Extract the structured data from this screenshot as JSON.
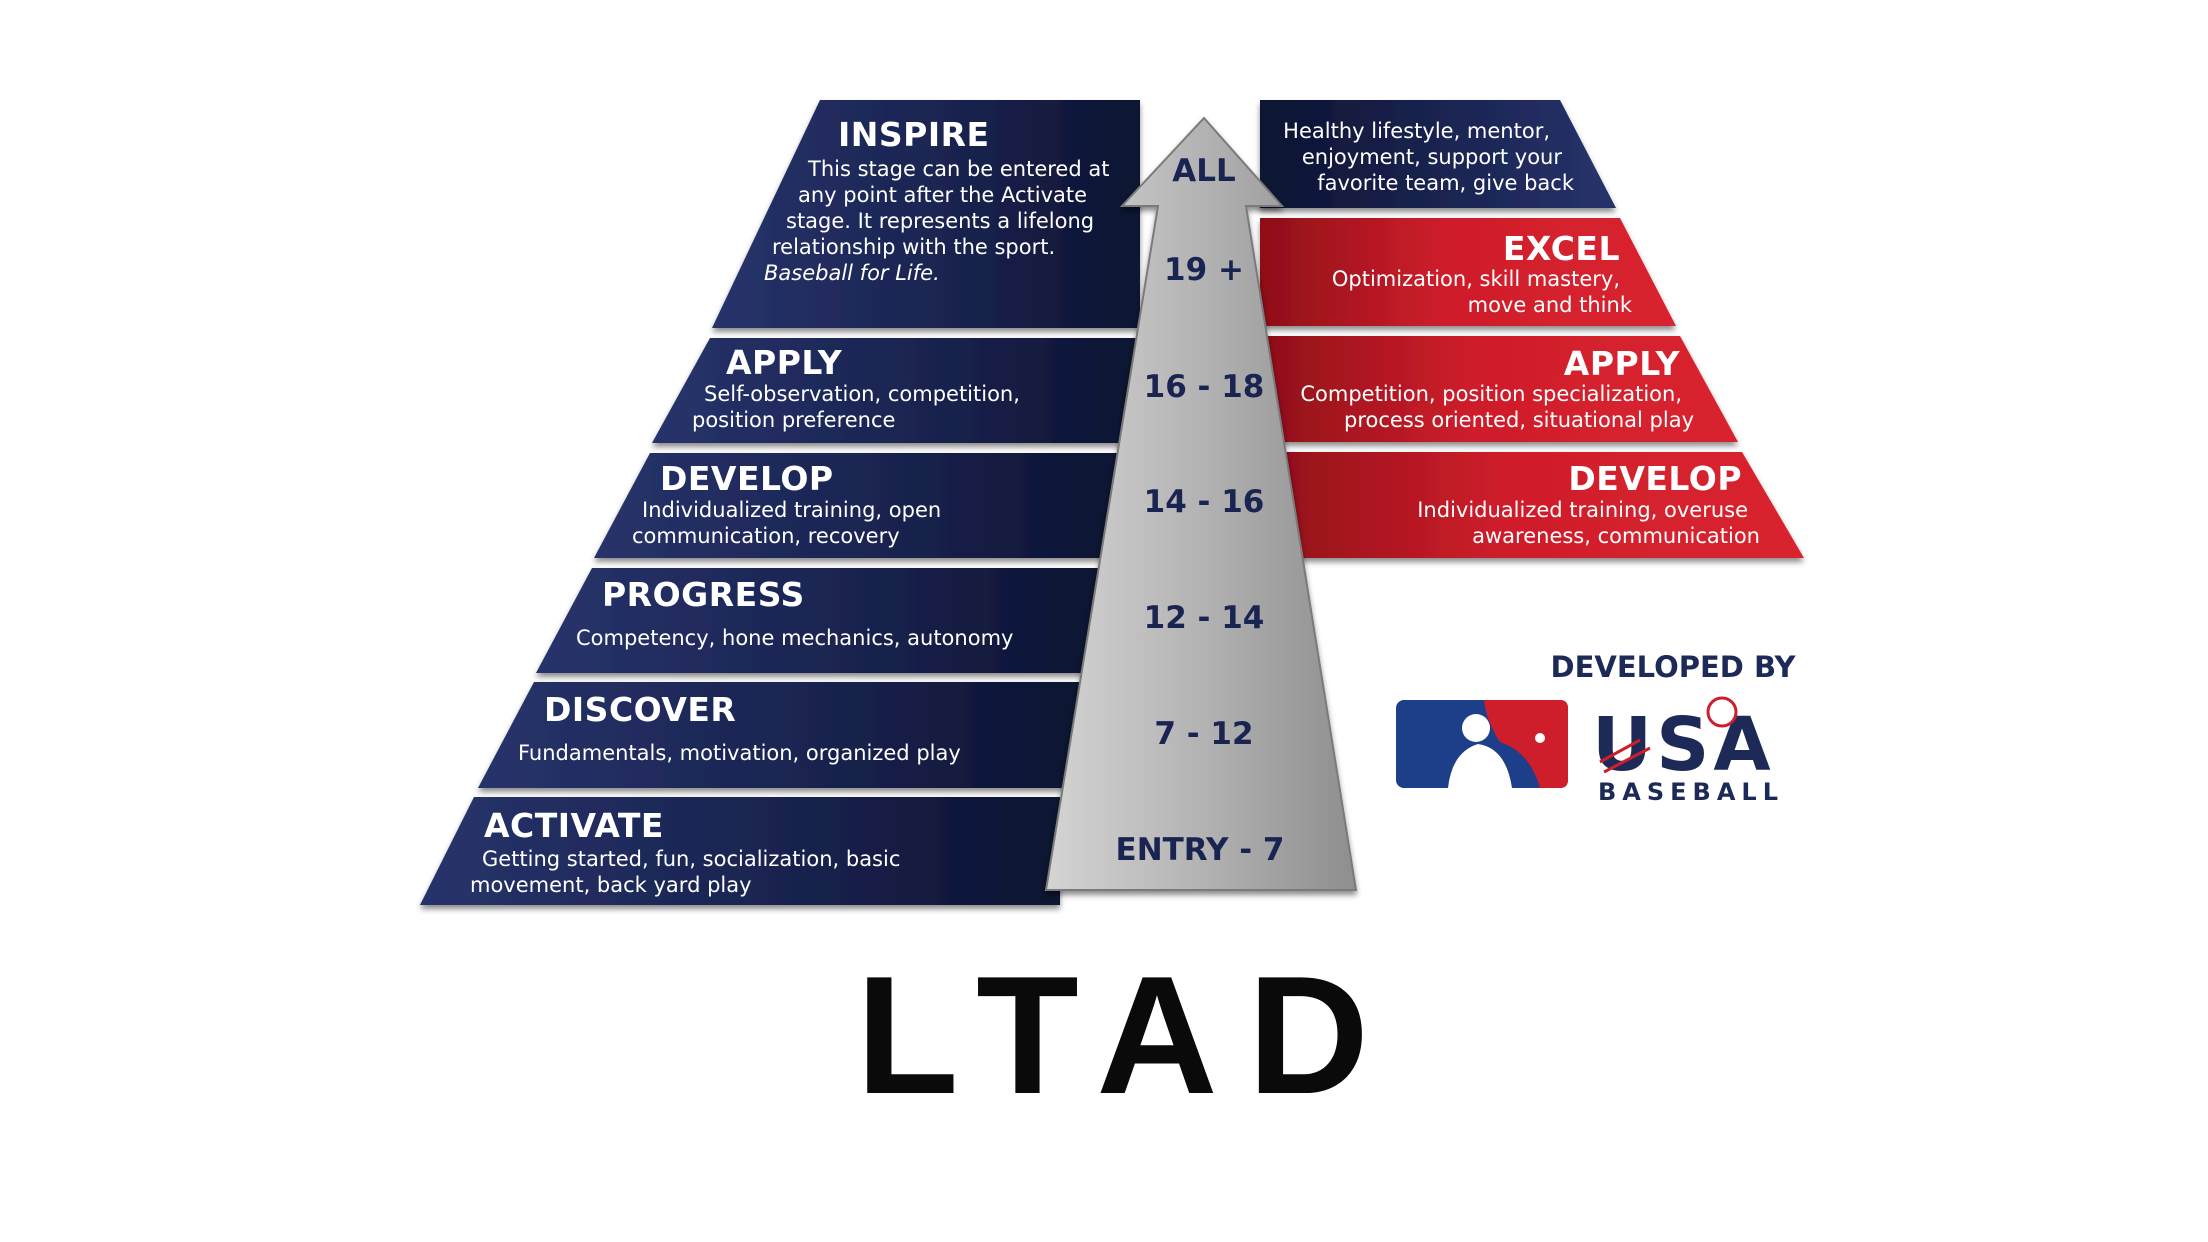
{
  "colors": {
    "navy": "#1a2450",
    "red": "#cf1e2b",
    "arrow_gray": "#a8a8a8",
    "text_dark": "#0a0a0a"
  },
  "left_stages": [
    {
      "title": "INSPIRE",
      "desc": [
        "This stage can be entered at",
        "any point after the Activate",
        "stage. It represents a lifelong",
        "relationship with the sport."
      ],
      "tagline": "Baseball for Life."
    },
    {
      "title": "APPLY",
      "desc": [
        "Self-observation, competition,",
        "position preference"
      ]
    },
    {
      "title": "DEVELOP",
      "desc": [
        "Individualized training, open",
        "communication, recovery"
      ]
    },
    {
      "title": "PROGRESS",
      "desc": [
        "Competency, hone mechanics, autonomy"
      ]
    },
    {
      "title": "DISCOVER",
      "desc": [
        "Fundamentals, motivation, organized play"
      ]
    },
    {
      "title": "ACTIVATE",
      "desc": [
        "Getting started, fun, socialization, basic",
        "movement, back yard play"
      ]
    }
  ],
  "right_stages": [
    {
      "title": "",
      "desc": [
        "Healthy lifestyle, mentor,",
        "enjoyment, support your",
        "favorite team, give back"
      ]
    },
    {
      "title": "EXCEL",
      "desc": [
        "Optimization, skill mastery,",
        "move and think"
      ]
    },
    {
      "title": "APPLY",
      "desc": [
        "Competition, position specialization,",
        "process oriented, situational play"
      ]
    },
    {
      "title": "DEVELOP",
      "desc": [
        "Individualized training, overuse",
        "awareness, communication"
      ]
    }
  ],
  "ages": [
    "ALL",
    "19 +",
    "16 - 18",
    "14 - 16",
    "12 - 14",
    "7 - 12",
    "ENTRY - 7"
  ],
  "title": "LTAD",
  "developed_by": "DEVELOPED BY",
  "logos": {
    "mlb": "mlb-logo",
    "usa_baseball_text": "USA",
    "usa_baseball_sub": "BASEBALL"
  }
}
